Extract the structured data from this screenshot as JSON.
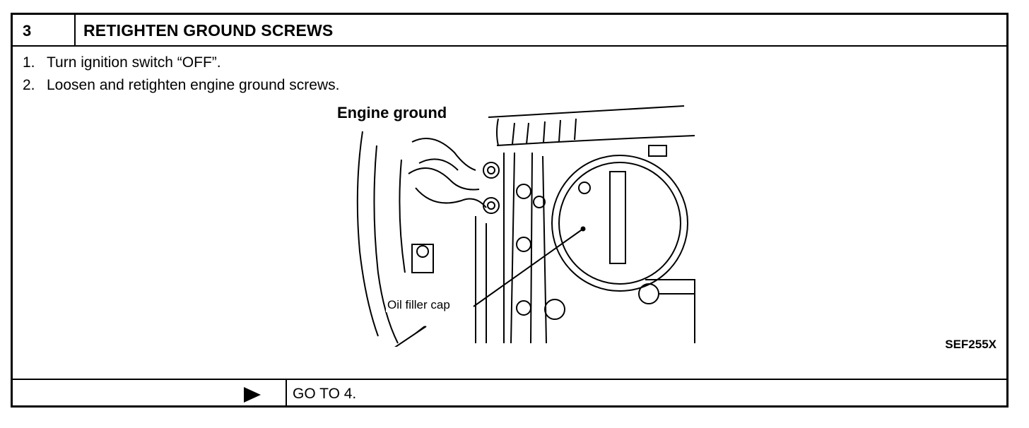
{
  "header": {
    "step_number": "3",
    "title": "RETIGHTEN GROUND SCREWS"
  },
  "steps": [
    {
      "num": "1.",
      "text": "Turn ignition switch “OFF”."
    },
    {
      "num": "2.",
      "text": "Loosen and retighten engine ground screws."
    }
  ],
  "figure": {
    "label_engine_ground": "Engine ground",
    "label_oil_filler_cap": "Oil filler cap",
    "code": "SEF255X"
  },
  "footer": {
    "arrow_icon": "right-triangle-arrow",
    "goto_text": "GO TO 4."
  }
}
